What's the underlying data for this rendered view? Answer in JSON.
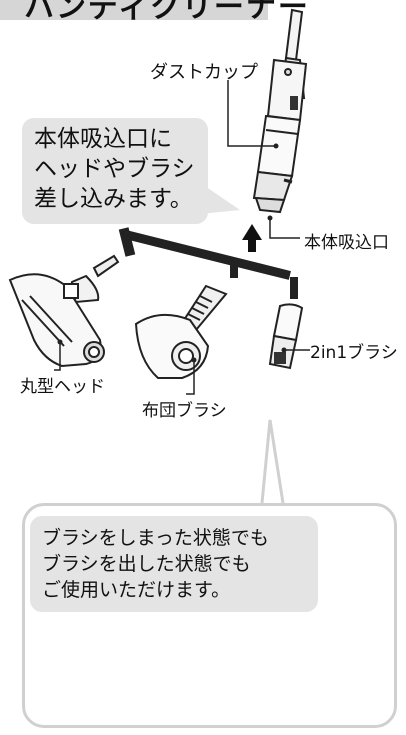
{
  "title": "ハンディクリーナー",
  "labels": {
    "dust_cup": "ダストカップ",
    "intake": "本体吸込口",
    "round_head": "丸型ヘッド",
    "futon_brush": "布団ブラシ",
    "brush_2in1": "2in1ブラシ"
  },
  "callout_top": [
    "本体吸込口に",
    "ヘッドやブラシ",
    "差し込みます。"
  ],
  "callout_bottom": [
    "ブラシをしまった状態でも",
    "ブラシを出した状態でも",
    "ご使用いただけます。"
  ],
  "icons": [
    "up-arrow-icon",
    "right-arrow-icon",
    "rotate-arrow-icon"
  ]
}
